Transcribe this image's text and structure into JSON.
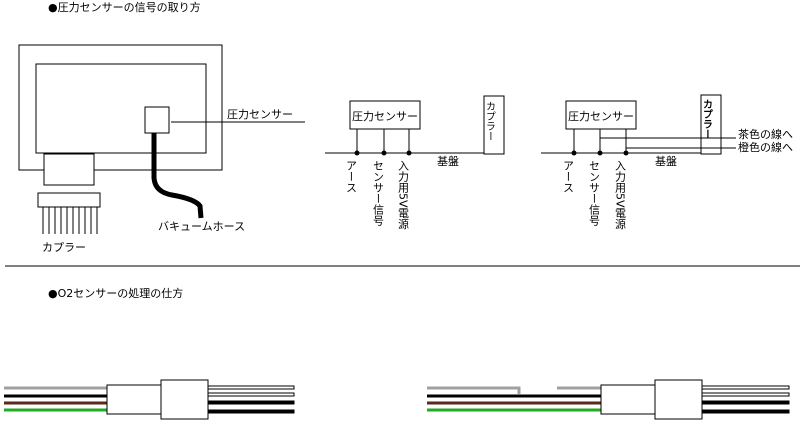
{
  "section1": {
    "heading": "●圧力センサーの信号の取り方",
    "device": {
      "sensor_label": "圧力センサー",
      "hose_label": "バキュームホース",
      "coupler_label": "カプラー"
    },
    "diagram_a": {
      "sensor_box": "圧力センサー",
      "coupler_box": "カプラー",
      "board_label": "基盤",
      "pins": [
        "アース",
        "センサー信号",
        "入力用5V電源"
      ]
    },
    "diagram_b": {
      "sensor_box": "圧力センサー",
      "coupler_box": "カプラー",
      "board_label": "基盤",
      "pins": [
        "アース",
        "センサー信号",
        "入力用5V電源"
      ],
      "wire_labels": [
        "茶色の線へ",
        "橙色の線へ"
      ]
    }
  },
  "section2": {
    "heading": "●O2センサーの処理の仕方"
  },
  "colors": {
    "wire_gray": "#a0a0a0",
    "wire_black": "#000000",
    "wire_brown": "#5a2a1a",
    "wire_green": "#22aa22"
  }
}
